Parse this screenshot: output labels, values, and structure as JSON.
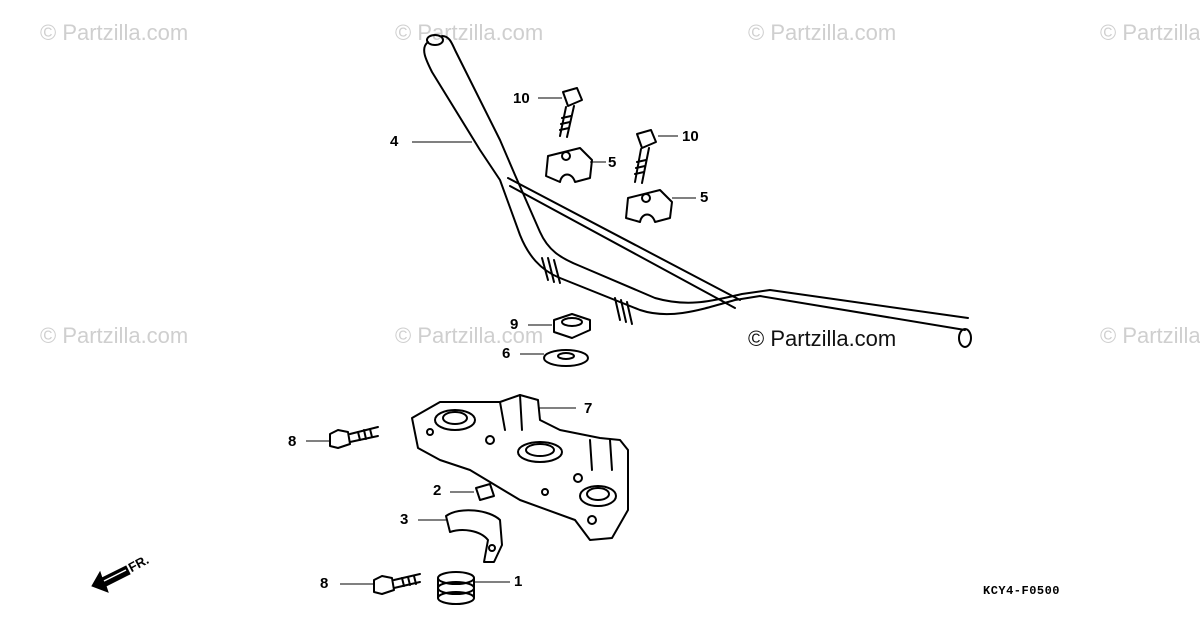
{
  "watermark": {
    "text": "© Partzilla.com",
    "center_text": "© Partzilla.com"
  },
  "callouts": {
    "c1": "1",
    "c2": "2",
    "c3": "3",
    "c4": "4",
    "c5a": "5",
    "c5b": "5",
    "c6": "6",
    "c7": "7",
    "c8a": "8",
    "c8b": "8",
    "c9": "9",
    "c10a": "10",
    "c10b": "10"
  },
  "direction_label": "FR.",
  "diagram_code": "KCY4-F0500"
}
